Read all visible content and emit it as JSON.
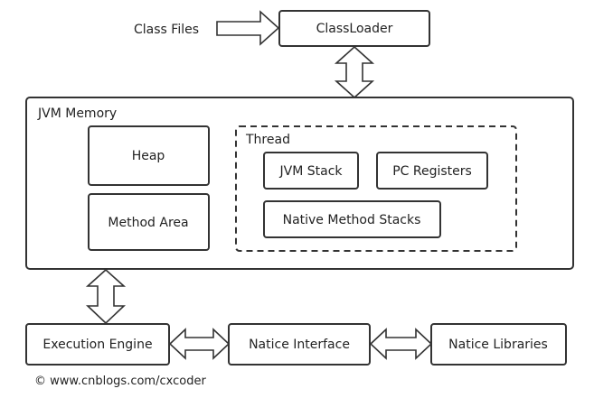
{
  "nodes": {
    "class_files": "Class Files",
    "classloader": "ClassLoader",
    "jvm_memory": "JVM Memory",
    "heap": "Heap",
    "method_area": "Method Area",
    "thread": "Thread",
    "jvm_stack": "JVM Stack",
    "pc_registers": "PC Registers",
    "native_method_stacks": "Native Method Stacks",
    "execution_engine": "Execution Engine",
    "native_interface": "Natice Interface",
    "native_libraries": "Natice Libraries"
  },
  "watermark": "© www.cnblogs.com/cxcoder",
  "colors": {
    "stroke": "#333333",
    "text": "#222222",
    "background": "#ffffff"
  }
}
